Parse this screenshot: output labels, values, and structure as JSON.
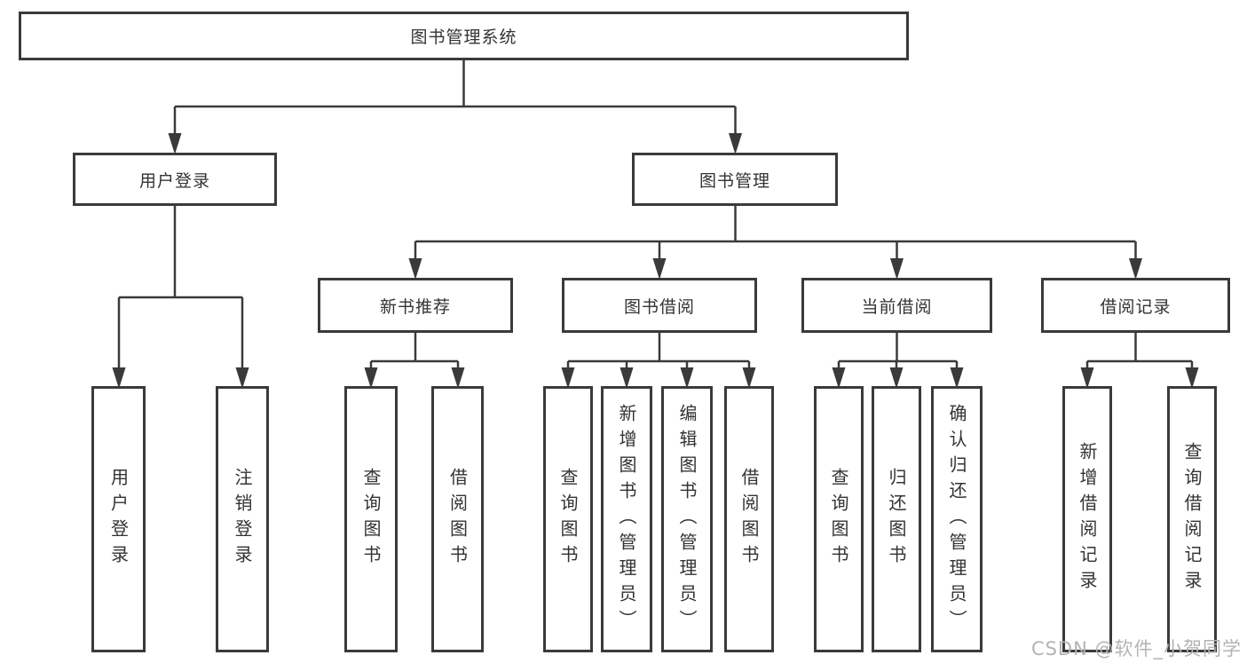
{
  "colors": {
    "line": "#3a3a3a",
    "box_border": "#3a3a3a",
    "text": "#333333",
    "background": "#ffffff",
    "watermark": "#b3b3b3"
  },
  "watermark": {
    "text": "CSDN @软件_小贺同学"
  },
  "tree": {
    "label": "图书管理系统",
    "children": [
      {
        "label": "用户登录",
        "children": [
          {
            "label": "用户登录"
          },
          {
            "label": "注销登录"
          }
        ]
      },
      {
        "label": "图书管理",
        "children": [
          {
            "label": "新书推荐",
            "children": [
              {
                "label": "查询图书"
              },
              {
                "label": "借阅图书"
              }
            ]
          },
          {
            "label": "图书借阅",
            "children": [
              {
                "label": "查询图书"
              },
              {
                "label": "新增图书（管理员）"
              },
              {
                "label": "编辑图书（管理员）"
              },
              {
                "label": "借阅图书"
              }
            ]
          },
          {
            "label": "当前借阅",
            "children": [
              {
                "label": "查询图书"
              },
              {
                "label": "归还图书"
              },
              {
                "label": "确认归还（管理员）"
              }
            ]
          },
          {
            "label": "借阅记录",
            "children": [
              {
                "label": "新增借阅记录"
              },
              {
                "label": "查询借阅记录"
              }
            ]
          }
        ]
      }
    ]
  }
}
